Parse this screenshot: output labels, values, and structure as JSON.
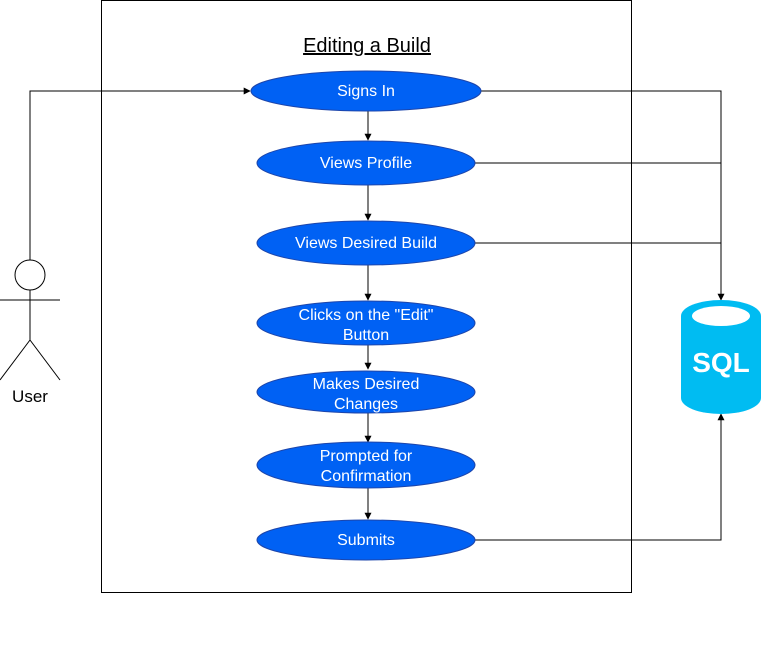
{
  "diagram": {
    "title": "Editing a Build",
    "actor_label": "User",
    "database_label": "SQL",
    "steps": [
      {
        "lines": [
          "Signs In"
        ]
      },
      {
        "lines": [
          "Views Profile"
        ]
      },
      {
        "lines": [
          "Views Desired Build"
        ]
      },
      {
        "lines": [
          "Clicks on the \"Edit\"",
          "Button"
        ]
      },
      {
        "lines": [
          "Makes Desired",
          "Changes"
        ]
      },
      {
        "lines": [
          "Prompted for",
          "Confirmation"
        ]
      },
      {
        "lines": [
          "Submits"
        ]
      }
    ]
  },
  "colors": {
    "usecase_fill": "#0061F4",
    "usecase_stroke": "#1C45AB",
    "database_fill": "#00BCF2",
    "line": "#000000"
  }
}
